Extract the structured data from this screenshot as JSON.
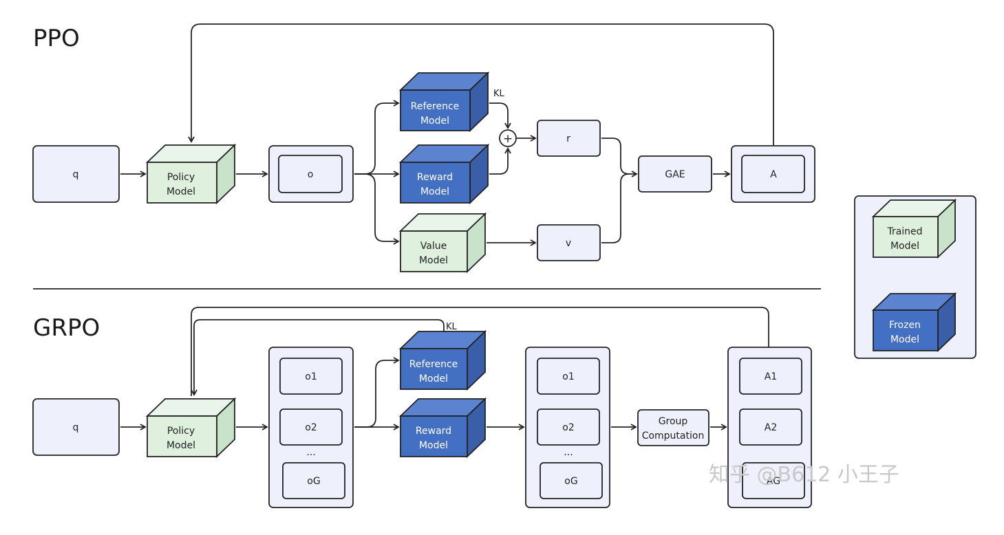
{
  "sections": {
    "ppo_title": "PPO",
    "grpo_title": "GRPO"
  },
  "ppo": {
    "q": "q",
    "policy_model": [
      "Policy",
      "Model"
    ],
    "o": "o",
    "reference_model": [
      "Reference",
      "Model"
    ],
    "reward_model": [
      "Reward",
      "Model"
    ],
    "value_model": [
      "Value",
      "Model"
    ],
    "kl": "KL",
    "plus": "+",
    "r": "r",
    "v": "v",
    "gae": "GAE",
    "a": "A"
  },
  "grpo": {
    "q": "q",
    "policy_model": [
      "Policy",
      "Model"
    ],
    "kl": "KL",
    "outputs": [
      "o1",
      "o2",
      "...",
      "oG"
    ],
    "reference_model": [
      "Reference",
      "Model"
    ],
    "reward_model": [
      "Reward",
      "Model"
    ],
    "rewards": [
      "o1",
      "o2",
      "...",
      "oG"
    ],
    "group_computation": [
      "Group",
      "Computation"
    ],
    "advantages": [
      "A1",
      "A2",
      "AG"
    ]
  },
  "legend": {
    "trained": [
      "Trained",
      "Model"
    ],
    "frozen": [
      "Frozen",
      "Model"
    ]
  },
  "watermark": "知乎 @B612 小王子",
  "colors": {
    "trained_front": "#dff0df",
    "trained_side": "#c9e3cb",
    "frozen_front": "#4470c4",
    "frozen_side": "#3a5ea8",
    "box_fill": "#eef1fb"
  }
}
